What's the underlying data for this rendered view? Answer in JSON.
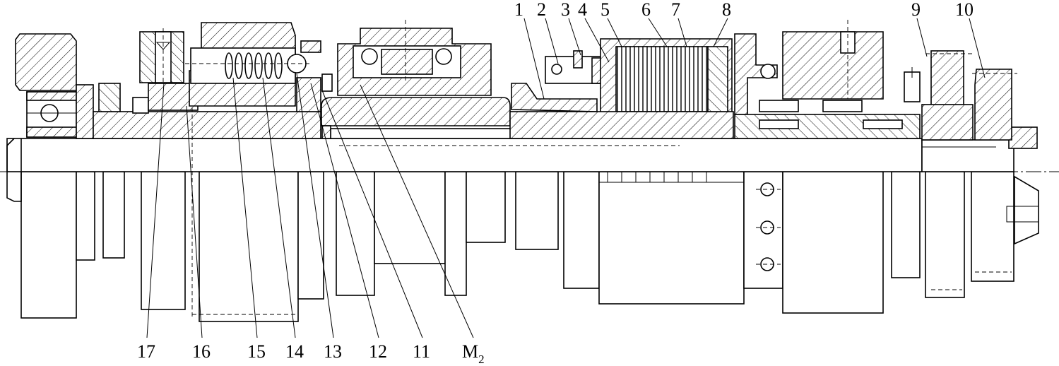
{
  "labels": {
    "top": [
      "1",
      "2",
      "3",
      "4",
      "5",
      "6",
      "7",
      "8",
      "9",
      "10"
    ],
    "bottom": [
      "17",
      "16",
      "15",
      "14",
      "13",
      "12",
      "11"
    ],
    "m2_letter": "M",
    "m2_sub": "2"
  }
}
